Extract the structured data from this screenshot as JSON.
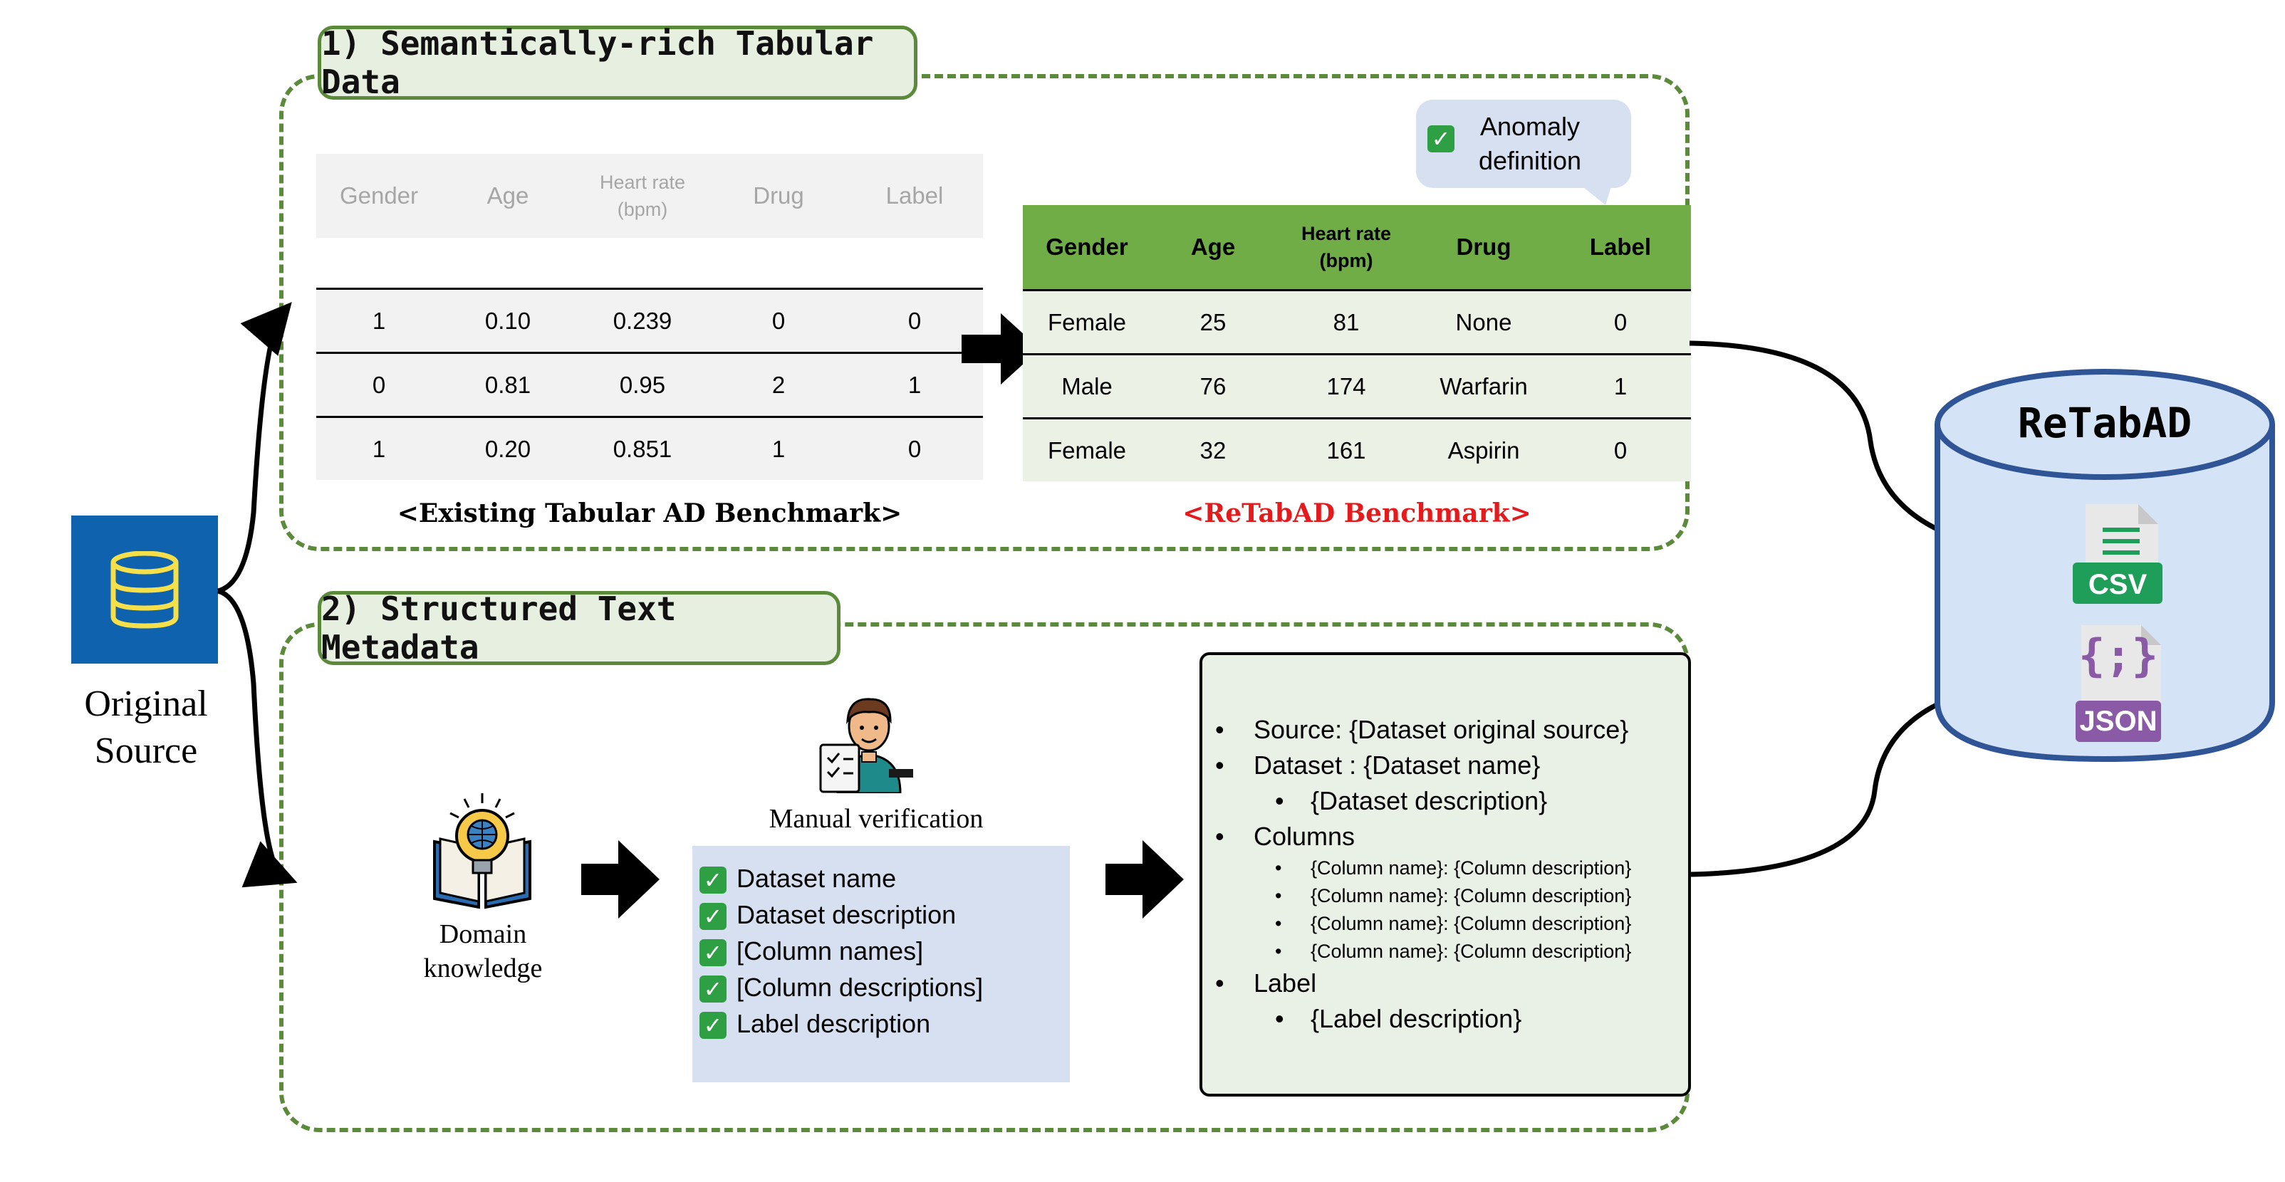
{
  "section1": {
    "title": "1) Semantically-rich Tabular Data"
  },
  "section2": {
    "title": "2) Structured Text Metadata"
  },
  "source": {
    "label_line1": "Original",
    "label_line2": "Source"
  },
  "existing_table": {
    "headers": [
      "Gender",
      "Age",
      "Heart rate",
      "Drug",
      "Label"
    ],
    "header_sub": "(bpm)",
    "rows": [
      [
        "1",
        "0.10",
        "0.239",
        "0",
        "0"
      ],
      [
        "0",
        "0.81",
        "0.95",
        "2",
        "1"
      ],
      [
        "1",
        "0.20",
        "0.851",
        "1",
        "0"
      ]
    ],
    "caption": "<Existing Tabular AD Benchmark>"
  },
  "retabad_table": {
    "headers": [
      "Gender",
      "Age",
      "Heart rate",
      "Drug",
      "Label"
    ],
    "header_sub": "(bpm)",
    "rows": [
      [
        "Female",
        "25",
        "81",
        "None",
        "0"
      ],
      [
        "Male",
        "76",
        "174",
        "Warfarin",
        "1"
      ],
      [
        "Female",
        "32",
        "161",
        "Aspirin",
        "0"
      ]
    ],
    "caption": "<ReTabAD Benchmark>"
  },
  "anomaly_callout": {
    "line1": "Anomaly",
    "line2": "definition"
  },
  "domain_knowledge": {
    "line1": "Domain",
    "line2": "knowledge"
  },
  "manual_verification": {
    "label": "Manual verification"
  },
  "verification_items": [
    "Dataset name",
    "Dataset description",
    "[Column names]",
    "[Column descriptions]",
    "Label description"
  ],
  "metadata": {
    "source": "Source: {Dataset original source}",
    "dataset": "Dataset : {Dataset name}",
    "dataset_desc": "{Dataset description}",
    "columns": "Columns",
    "column_item": "{Column name}: {Column description}",
    "label": "Label",
    "label_desc": "{Label description}"
  },
  "database": {
    "title": "ReTabAD"
  },
  "files": {
    "csv": "CSV",
    "json": "JSON",
    "json_glyph": "{;}"
  },
  "colors": {
    "green_dash": "#5b8a3a",
    "table_green": "#70ad47",
    "accent_red": "#e41a1c",
    "db_blue": "#2f5597",
    "db_fill": "#d4e3f5",
    "source_blue": "#0f62ad"
  }
}
